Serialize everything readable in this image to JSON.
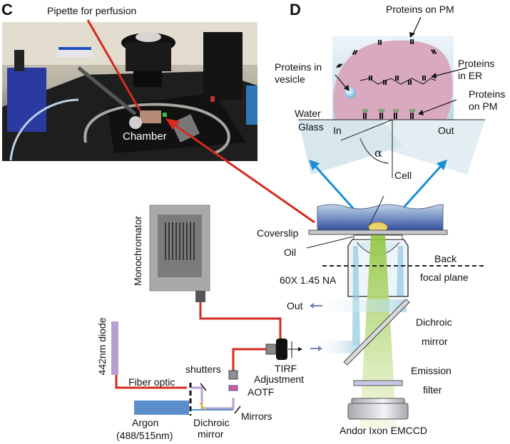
{
  "panels": {
    "c": {
      "letter": "C",
      "photo_caption_top": "Pipette for perfusion",
      "chamber_label": "Chamber"
    },
    "d": {
      "letter": "D",
      "labels": {
        "proteins_on_pm_top": "Proteins on PM",
        "proteins_in_vesicle_1": "Proteins in",
        "proteins_in_vesicle_2": "vesicle",
        "proteins_in_er_1": "Proteins",
        "proteins_in_er_2": "in ER",
        "proteins_on_pm_bottom_1": "Proteins",
        "proteins_on_pm_bottom_2": "on PM",
        "water": "Water",
        "glass": "Glass",
        "in": "In",
        "out": "Out",
        "alpha": "α",
        "cell": "Cell"
      }
    }
  },
  "optics": {
    "coverslip": "Coverslip",
    "oil": "Oil",
    "objective": "60X 1.45 NA",
    "back_focal_1": "Back",
    "back_focal_2": "focal plane",
    "out": "Out",
    "dichroic_1": "Dichroic",
    "dichroic_2": "mirror",
    "emission_1": "Emission",
    "emission_2": "filter",
    "camera": "Andor Ixon EMCCD"
  },
  "light_path": {
    "monochromator": "Monochromator",
    "diode": "442nm diode",
    "fiber_optic": "Fiber optic",
    "shutters": "shutters",
    "tirf_1": "TIRF",
    "tirf_2": "Adjustment",
    "aotf": "AOTF",
    "mirrors": "Mirrors",
    "argon_1": "Argon",
    "argon_2": "(488/515nm)",
    "dichroic_1": "Dichroic",
    "dichroic_2": "mirror"
  },
  "colors": {
    "fiber_red": "#d42a1f",
    "beam_blue": "#1a8fd6",
    "cell_pink": "#d9a9bf",
    "water_blue": "#3f5fae",
    "emission_green": "#9fcf4a",
    "diode_purple": "#b7a0cf",
    "argon_blue": "#5b8fcb"
  }
}
